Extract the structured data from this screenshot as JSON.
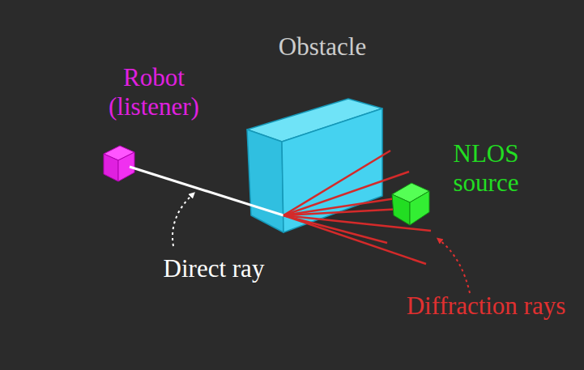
{
  "diagram": {
    "labels": [
      "Obstacle",
      "Robot (listener)",
      "NLOS source",
      "Direct ray",
      "Diffraction rays"
    ]
  }
}
